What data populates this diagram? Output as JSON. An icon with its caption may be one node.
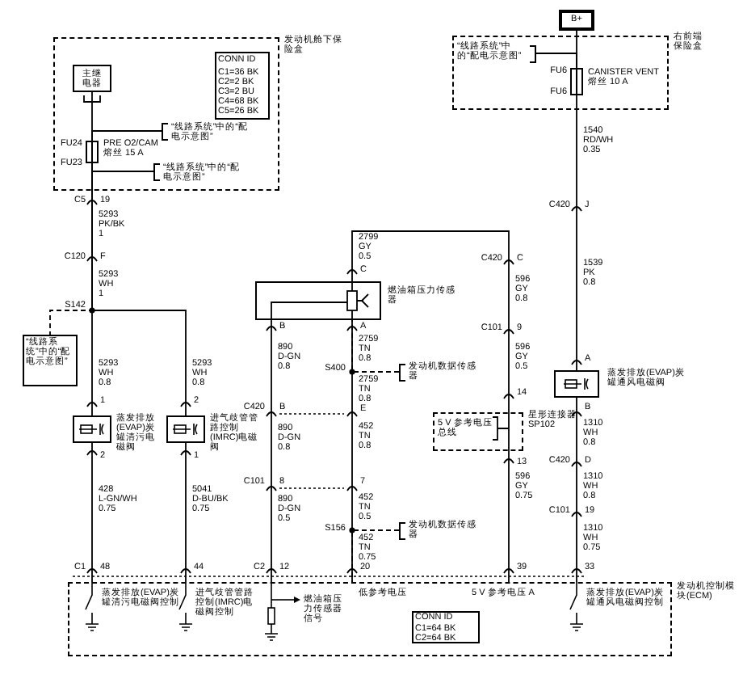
{
  "diagram": {
    "nodes": [
      {
        "text": [
          "发动机舱下保险盒"
        ]
      },
      {
        "text": [
          "主继电器"
        ],
        "in": 0
      },
      {
        "text": [
          "CONN ID",
          "C1=36 BK C2=2 BK C3=2 BU C4=68 BK C5=26 BK"
        ],
        "in": 0
      },
      {
        "text": [
          "PRE O2/CAM 熔丝 15 A"
        ],
        "beside": [
          "FU24",
          "FU23"
        ],
        "in": 0
      },
      {
        "text": [
          "“线路系统”中的“配电示意图”"
        ],
        "in": 0
      },
      {
        "text": [
          "“线路系统”中的“配电示意图”"
        ],
        "in": 0
      },
      {
        "text": [
          "右前端保险盒"
        ]
      },
      {
        "text": [
          "B+"
        ]
      },
      {
        "text": [
          "“线路系统”中的“配电示意图”"
        ],
        "in": 6
      },
      {
        "text": [
          "CANISTER VENT 熔丝 10 A"
        ],
        "beside": [
          "FU6",
          "FU6"
        ],
        "in": 6
      },
      {
        "text": [
          "“线路系统”中的“配电示意图”"
        ]
      },
      {
        "text": [
          "蒸发排放(EVAP)炭罐清污电磁阀"
        ]
      },
      {
        "text": [
          "进气歧管管路控制(IMRC)电磁阀"
        ]
      },
      {
        "text": [
          "燃油箱压力传感器"
        ]
      },
      {
        "text": [
          "发动机数据传感器"
        ]
      },
      {
        "text": [
          "5 V 参考电压总线"
        ],
        "beside": [
          "星形连接器 SP102"
        ]
      },
      {
        "text": [
          "蒸发排放(EVAP)炭罐通风电磁阀"
        ]
      },
      {
        "text": [
          "发动机数据传感器"
        ]
      },
      {
        "text": [
          "发动机控制模块(ECM)"
        ]
      },
      {
        "text": [
          "CONN ID",
          "C1=64 BK C2=64 BK"
        ],
        "in": 18
      }
    ],
    "edges": [
      {
        "from": 1,
        "to": 3,
        "arrow": "none"
      },
      {
        "from": 4,
        "to": 3,
        "arrow": "none"
      },
      {
        "from": 5,
        "to": 3,
        "arrow": "none"
      },
      {
        "from": 3,
        "to": 11,
        "arrow": "none"
      },
      {
        "from": 3,
        "to": 12,
        "arrow": "none"
      },
      {
        "from": 3,
        "to": 10,
        "arrow": "none",
        "style": "dashed"
      },
      {
        "from": 11,
        "to": 18,
        "arrow": "none"
      },
      {
        "from": 12,
        "to": 18,
        "arrow": "none"
      },
      {
        "from": 13,
        "to": 18,
        "arrow": "none"
      },
      {
        "from": 13,
        "to": 18,
        "arrow": "none"
      },
      {
        "from": 14,
        "to": 13,
        "arrow": "none",
        "style": "dashed"
      },
      {
        "from": 17,
        "to": 18,
        "arrow": "none",
        "style": "dashed"
      },
      {
        "from": 13,
        "to": 15,
        "arrow": "none"
      },
      {
        "from": 15,
        "to": 18,
        "arrow": "none"
      },
      {
        "from": 7,
        "to": 9,
        "arrow": "none"
      },
      {
        "from": 8,
        "to": 9,
        "arrow": "none"
      },
      {
        "from": 9,
        "to": 16,
        "arrow": "none"
      },
      {
        "from": 16,
        "to": 18,
        "arrow": "none"
      }
    ],
    "labels": [
      "C5",
      "19",
      "5293 PK/BK 1",
      "C120",
      "F",
      "5293 WH 1",
      "S142",
      "5293 WH 0.8",
      "1",
      "2",
      "428 L-GN/WH 0.75",
      "C1",
      "48",
      "5293 WH 0.8",
      "2",
      "1",
      "5041 D-BU/BK 0.75",
      "44",
      "B",
      "890 D-GN 0.8",
      "C420",
      "B",
      "890 D-GN 0.8",
      "C101",
      "8",
      "890 D-GN 0.5",
      "C2",
      "12",
      "2799 GY 0.5",
      "C",
      "A",
      "2759 TN 0.8",
      "S400",
      "2759 TN 0.8",
      "E",
      "452 TN 0.8",
      "7",
      "452 TN 0.5",
      "S156",
      "452 TN 0.75",
      "20",
      "C420",
      "C",
      "596 GY 0.8",
      "C101",
      "9",
      "596 GY 0.5",
      "14",
      "13",
      "596 GY 0.75",
      "39",
      "1540 RD/WH 0.35",
      "C420",
      "J",
      "1539 PK 0.8",
      "A",
      "B",
      "1310 WH 0.8",
      "C420",
      "D",
      "1310 WH 0.8",
      "C101",
      "19",
      "1310 WH 0.75",
      "33",
      "蒸发排放(EVAP)炭罐清污电磁阀控制",
      "进气歧管管路控制(IMRC)电磁阀控制",
      "燃油箱压力传感器信号",
      "低参考电压",
      "5 V 参考电压 A",
      "蒸发排放(EVAP)炭罐通风电磁阀控制"
    ]
  }
}
